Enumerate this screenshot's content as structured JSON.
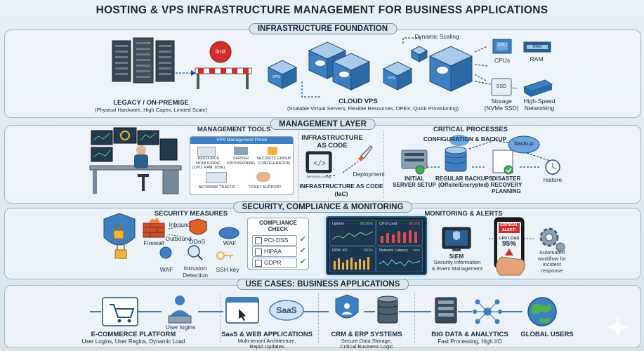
{
  "title": "HOSTING & VPS INFRASTRUCTURE MANAGEMENT FOR BUSINESS APPLICATIONS",
  "sections": {
    "foundation": {
      "header": "INFRASTRUCTURE FOUNDATION",
      "legacy_title": "LEGACY / ON-PREMISE",
      "legacy_sub": "(Physical Hardware, High Capex, Limited Scale)",
      "limit": "limit",
      "vps1": "VPS",
      "vps2": "VPS",
      "dynamic_scaling": "Dynamic Scaling",
      "cloud_title": "CLOUD VPS",
      "cloud_sub": "(Scalable Virtual Servers, Flexible Resources, OPEX, Quick Provisioning)",
      "cpu_chip": "CPU",
      "ram_chip": "RAM",
      "ssd_chip": "SSD",
      "cpus": "CPUs",
      "ram": "RAM",
      "storage": "Storage\n(NVMe SSD)",
      "networking": "High-Speed\nNetworking"
    },
    "management": {
      "header": "MANAGEMENT LAYER",
      "tools_title": "MANAGEMENT TOOLS",
      "portal_title": "VPS Management Portal",
      "res_mon": "RESOURCE\nMONITORING\n(CPU, RAM, DISK)",
      "server_prov": "SERVER\nPROVISIONING",
      "sec_group": "SECURITY GROUP\nCONFIGURATION",
      "net_traffic": "NETWORK TRAFFIC",
      "ticket": "TICKET SUPPORT",
      "iac_title": "INFRASTRUCTURE\nAS CODE",
      "code_file": "[terraform.config]",
      "deployment": "Deployment",
      "iac_sub": "INFRASTRUCTURE AS CODE\n(IaC)",
      "critical_title": "CRITICAL PROCESSES",
      "config_backup": "CONFIGURATION & BACKUP",
      "backup": "backup",
      "initial_setup": "INITIAL\nSERVER SETUP",
      "reg_backups": "REGULAR BACKUPS\n(Offsite/Encrypted)",
      "disaster": "DISASTER\nRECOVERY\nPLANNING",
      "restore": "restore"
    },
    "security": {
      "header": "SECURITY, COMPLIANCE & MONITORING",
      "measures_title": "SECURITY MEASURES",
      "inbound": "Inbound",
      "outbound": "Outbound",
      "firewall": "Firewall",
      "ddos": "DDoS",
      "waf_right": "WAF",
      "waf_left": "WAF",
      "intrusion": "Intrusion\nDetection",
      "ssh": "SSH key",
      "compliance_title": "COMPLIANCE\nCHECK",
      "pci": "PCI-DSS",
      "hipaa": "HIPAA",
      "gdpr": "GDPR",
      "uptime": "Uptime",
      "uptime_val": "99.99%",
      "cpu_load": "CPU Load",
      "cpu_val": "95.2%",
      "disk_io": "DISK I/O",
      "disk_val": "100%",
      "net_latency": "Network Latency",
      "net_val": "4ms",
      "monitoring_title": "MONITORING & ALERTS",
      "siem_title": "SIEM",
      "siem_sub": "Security Information\n& Event Management",
      "alert_badge": "CRITICAL\nALERT!",
      "alert_cpu": "CPU LOAD",
      "alert_pct": "95%",
      "automated": "Automated\nworkflow for\nincident\nresponse"
    },
    "usecases": {
      "header": "USE CASES: BUSINESS APPLICATIONS",
      "user_logins": "User logins",
      "ecom_title": "E-COMMERCE PLATFORM",
      "ecom_sub": "User Logins, User Regins, Dynamic Load",
      "saas_logo": "SaaS",
      "saas_title": "SaaS & WEB APPLICATIONS",
      "saas_sub": "Multi-tenant Architecture,\nRapid Updates",
      "crm_title": "CRM & ERP SYSTEMS",
      "crm_sub": "Secure Data Storage,\nCritical Business Logic",
      "bigdata_title": "BIG DATA & ANALYTICS",
      "bigdata_sub": "Fast Processing, High I/O",
      "global_title": "GLOBAL USERS"
    }
  },
  "colors": {
    "accent_blue": "#3d7fc1",
    "alert_red": "#d42c2c",
    "check_green": "#2e9a3c",
    "dashboard_bg": "#14283d"
  }
}
